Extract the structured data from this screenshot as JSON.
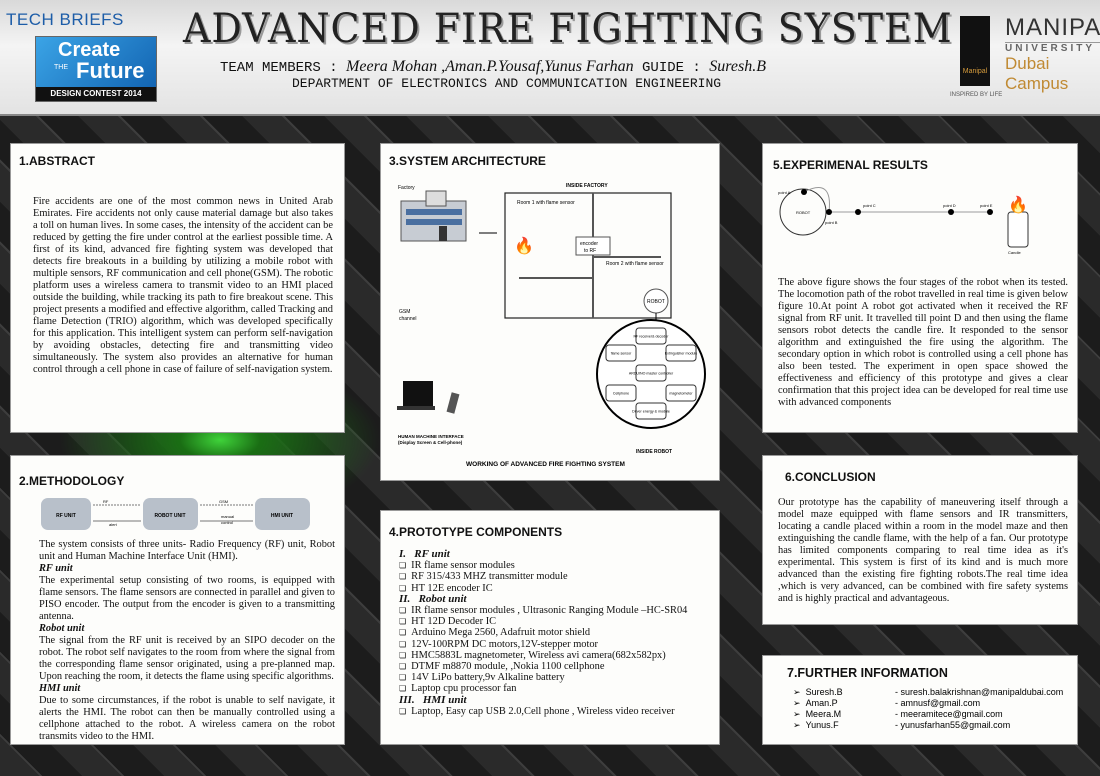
{
  "header": {
    "tech_briefs": "TECH BRIEFS",
    "ctf_create": "Create",
    "ctf_the": "THE",
    "ctf_future": "Future",
    "ctf_contest": "DESIGN CONTEST 2014",
    "title": "ADVANCED  FIRE FIGHTING SYSTEM",
    "team_label": "TEAM MEMBERS : ",
    "team_names": "Meera Mohan ,Aman.P.Yousaf,Yunus Farhan",
    "guide_label": "  GUIDE : ",
    "guide_name": "Suresh.B",
    "department": "DEPARTMENT OF ELECTRONICS AND COMMUNICATION ENGINEERING",
    "manipal_mark": "Manipal",
    "inspired": "INSPIRED BY LIFE",
    "uni1": "MANIPAL",
    "uni2": "UNIVERSITY",
    "uni3": "Dubai Campus"
  },
  "abstract": {
    "heading": "1.ABSTRACT",
    "text": "Fire accidents are one of the most common news in United Arab Emirates. Fire accidents not only cause material damage but also takes a toll on human lives. In some cases, the intensity of the accident can be reduced by getting the fire under control at the earliest possible time. A first of its kind, advanced fire fighting system was developed that detects fire breakouts in a building by utilizing a mobile robot with multiple sensors, RF communication and cell phone(GSM). The robotic platform uses a wireless camera to transmit video to an HMI placed outside the building, while tracking its path to fire breakout scene. This project presents a modified and effective algorithm, called Tracking and flame Detection (TRIO) algorithm, which was developed specifically for this application. This intelligent system can perform self-navigation by avoiding obstacles, detecting fire and transmitting video simultaneously. The system also provides an alternative for human control through a cell phone in case of failure of self-navigation system."
  },
  "methodology": {
    "heading": "2.METHODOLOGY",
    "diagram": {
      "rf_unit": "RF UNIT",
      "robot_unit": "ROBOT UNIT",
      "hmi_unit": "HMI UNIT",
      "rf": "RF",
      "alert": "alert",
      "gsm": "GSM",
      "manual": "manual",
      "control": "control"
    },
    "intro": "The system consists of three units- Radio Frequency (RF) unit, Robot  unit and Human Machine Interface Unit (HMI).",
    "rf_title": "RF unit",
    "rf_text": "The experimental setup consisting of two rooms, is equipped with flame sensors. The flame sensors are connected in parallel and given to PISO encoder. The output from the encoder is given to a transmitting antenna.",
    "robot_title": "Robot unit",
    "robot_text": "The signal from the RF unit is received by an SIPO decoder on the robot. The robot self navigates to the room from where the signal from the corresponding flame sensor originated, using a pre-planned map. Upon reaching the room, it detects the flame using specific algorithms.",
    "hmi_title": "HMI unit",
    "hmi_text": "Due to some circumstances, if the robot is unable to self navigate, it alerts the HMI. The robot can then be manually controlled using a cellphone attached to the robot. A wireless camera on the robot transmits video to the HMI."
  },
  "architecture": {
    "heading": "3.SYSTEM ARCHITECTURE",
    "factory": "Factory",
    "inside_factory": "INSIDE FACTORY",
    "room1": "Room 1 with flame sensor",
    "room2": "Room 2 with flame sensor",
    "encoder1": "encoder",
    "encoder2": "to RF",
    "robot": "ROBOT",
    "gsm1": "GSM",
    "gsm2": "channel",
    "hmi1": "HUMAN MACHINE INTERFACE",
    "hmi2": "(Display Screen & Cell-phone)",
    "modules": [
      "RF receiver& decoder",
      "Extinguisher module",
      "flame sensor",
      "ARDUINO master controller",
      "Cellphone",
      "magnetometer",
      "Driver energy & module"
    ],
    "inside_robot": "INSIDE ROBOT",
    "caption": "WORKING  OF ADVANCED FIRE  FIGHTING SYSTEM"
  },
  "prototype": {
    "heading": "4.PROTOTYPE COMPONENTS",
    "groups": [
      {
        "roman": "I.",
        "title": "RF unit",
        "items": [
          "IR flame sensor  modules",
          "RF 315/433 MHZ transmitter module",
          "HT 12E encoder IC"
        ]
      },
      {
        "roman": "II.",
        "title": "Robot unit",
        "items": [
          "IR flame sensor  modules , Ultrasonic Ranging Module –HC-SR04",
          "HT 12D Decoder IC",
          "Arduino Mega 2560, Adafruit motor shield",
          "12V-100RPM  DC motors,12V-stepper motor",
          "HMC5883L magnetometer, Wireless  avi camera(682x582px)",
          "DTMF m8870 module, ,Nokia 1100 cellphone",
          "14V LiPo battery,9v Alkaline battery",
          "Laptop cpu processor fan"
        ]
      },
      {
        "roman": "III.",
        "title": "HMI unit",
        "items": [
          "Laptop, Easy  cap USB 2.0,Cell phone , Wireless video receiver"
        ]
      }
    ]
  },
  "results": {
    "heading": "5.EXPERIMENAL RESULTS",
    "diagram": {
      "robot": "ROBOT",
      "a": "point A",
      "b": "point B",
      "c": "point C",
      "d": "point D",
      "e": "point E",
      "candle": "Candle"
    },
    "text": "The above figure shows the four stages of the robot  when its tested. The locomotion path of the robot  travelled in real time is given below figure 10.At point A robot got activated when it received the RF signal from RF unit. It travelled till point D and then using the flame sensors robot detects the candle fire. It responded to the sensor algorithm and extinguished the fire using the algorithm. The secondary option in which robot is controlled using  a cell phone has also been tested. The experiment in open space showed the effectiveness and efficiency of this prototype and gives a clear confirmation that this project idea can be developed for real time use with advanced components"
  },
  "conclusion": {
    "heading": "6.CONCLUSION",
    "text": "Our prototype has  the capability of maneuvering itself through a model maze equipped with flame sensors and IR transmitters, locating a candle placed within a room in the model maze and then extinguishing the candle flame, with the help of a fan. Our prototype has limited components comparing to real time idea as it's experimental. This system is first of its kind and is much more advanced than the existing fire fighting robots.The real time idea ,which is very advanced, can be combined with fire safety systems  and is highly practical and advantageous."
  },
  "further": {
    "heading": "7.FURTHER INFORMATION",
    "contacts": [
      {
        "name": "Suresh.B",
        "email": "- suresh.balakrishnan@manipaldubai.com"
      },
      {
        "name": "Aman.P",
        "email": "- amnusf@gmail.com"
      },
      {
        "name": "Meera.M",
        "email": "- meeramitece@gmail.com"
      },
      {
        "name": "Yunus.F",
        "email": "-  yunusfarhan55@gmail.com"
      }
    ]
  }
}
